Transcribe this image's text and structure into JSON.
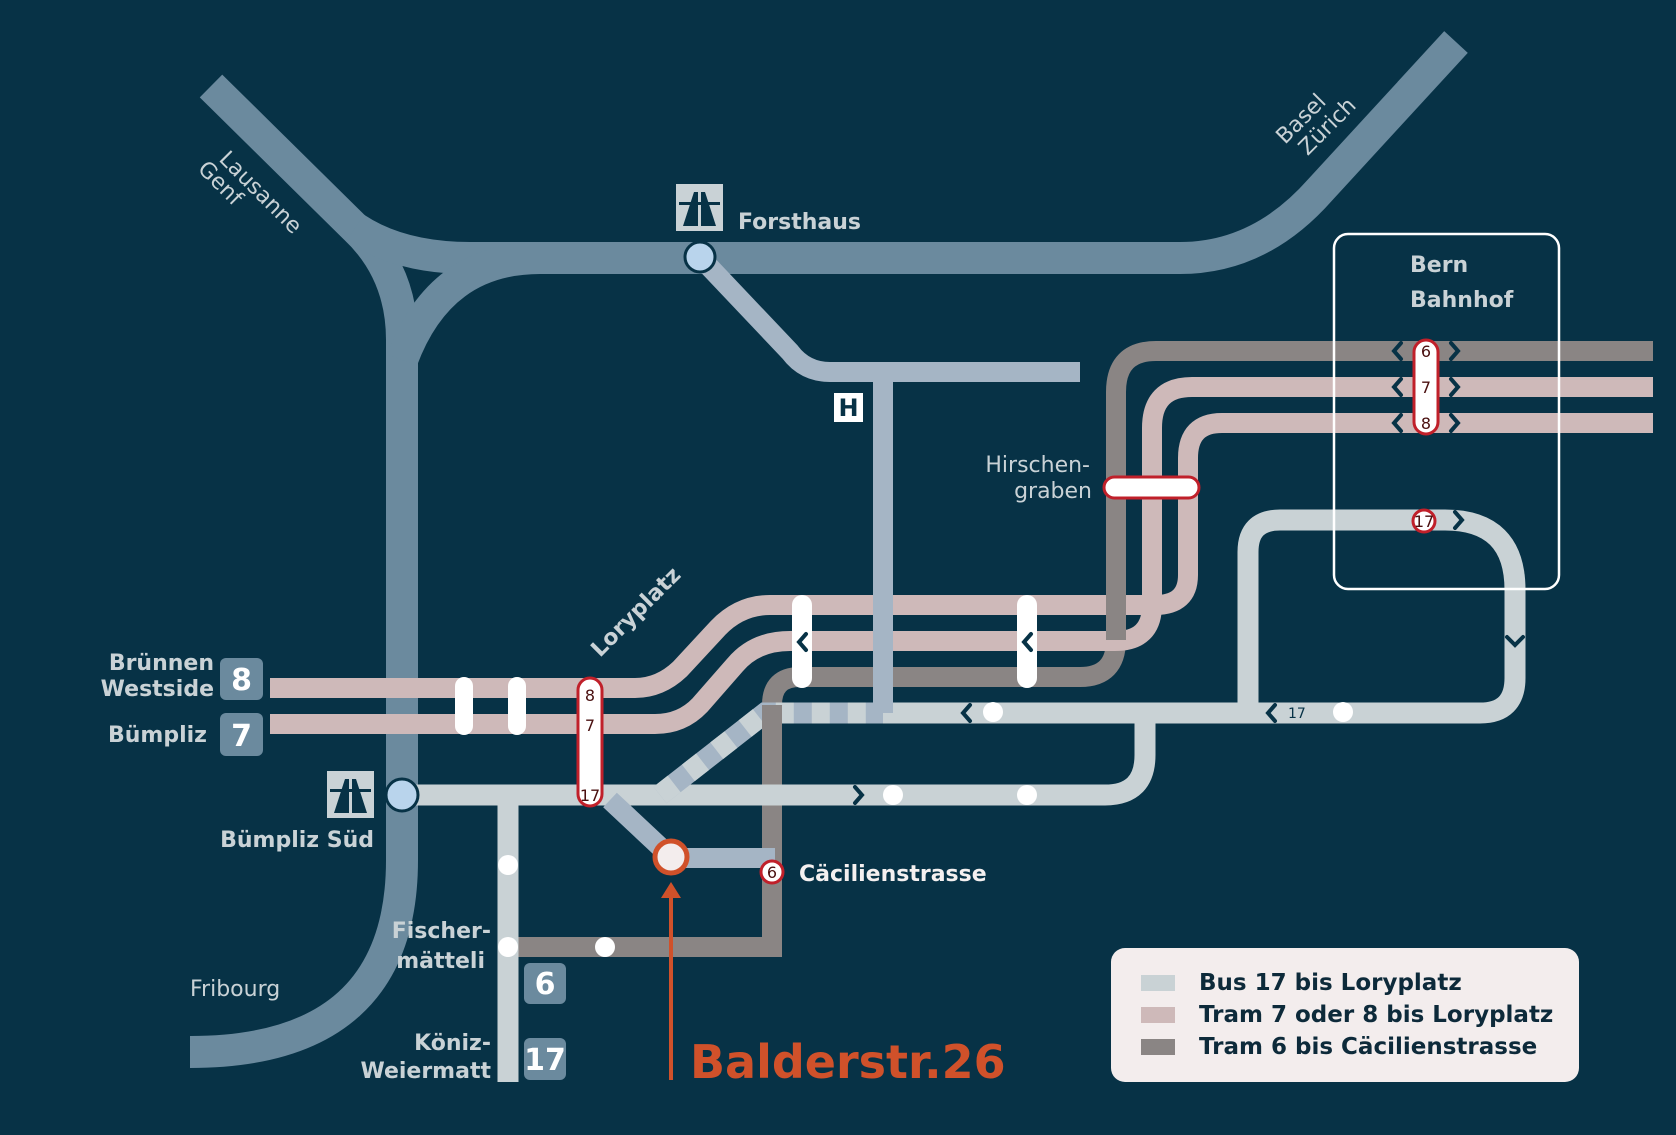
{
  "colors": {
    "background": "#073246",
    "motorway": "#6b8a9e",
    "bus17": "#c9d2d5",
    "tram78": "#ceb9b9",
    "tram6": "#8a8584",
    "feeder": "#a5b5c5",
    "destination": "#d0512a",
    "stop_border": "#c0202a"
  },
  "motorway_labels": {
    "west": [
      "Lausanne",
      "Genf"
    ],
    "northeast": [
      "Basel",
      "Zürich"
    ],
    "south": "Fribourg"
  },
  "junctions": {
    "forsthaus": "Forsthaus",
    "buempliz_sued": "Bümpliz Süd"
  },
  "stops": {
    "loryplatz": "Loryplatz",
    "hirschengraben": [
      "Hirschen-",
      "graben"
    ],
    "bern_bahnhof": [
      "Bern",
      "Bahnhof"
    ],
    "caecilienstrasse": "Cäcilienstrasse",
    "fischermaetteli": [
      "Fischer-",
      "mätteli"
    ],
    "koeniz_weiermatt": [
      "Köniz-",
      "Weiermatt"
    ],
    "bruennen_westside": [
      "Brünnen",
      "Westside"
    ],
    "buempliz": "Bümpliz"
  },
  "line_badges": {
    "tram8": "8",
    "tram7": "7",
    "tram6": "6",
    "bus17": "17"
  },
  "pill_numbers": {
    "loryplatz": [
      "8",
      "7",
      "17"
    ],
    "bahnhof": [
      "6",
      "7",
      "8"
    ],
    "bahnhof_bus": "17",
    "caecilien": "6",
    "bus_loop_label": "17"
  },
  "hospital_sign": "H",
  "destination": "Balderstr.26",
  "legend": [
    {
      "label": "Bus 17 bis Loryplatz",
      "color": "#c9d2d5"
    },
    {
      "label": "Tram 7 oder 8 bis Loryplatz",
      "color": "#ceb9b9"
    },
    {
      "label": "Tram 6 bis Cäcilienstrasse",
      "color": "#8a8584"
    }
  ]
}
